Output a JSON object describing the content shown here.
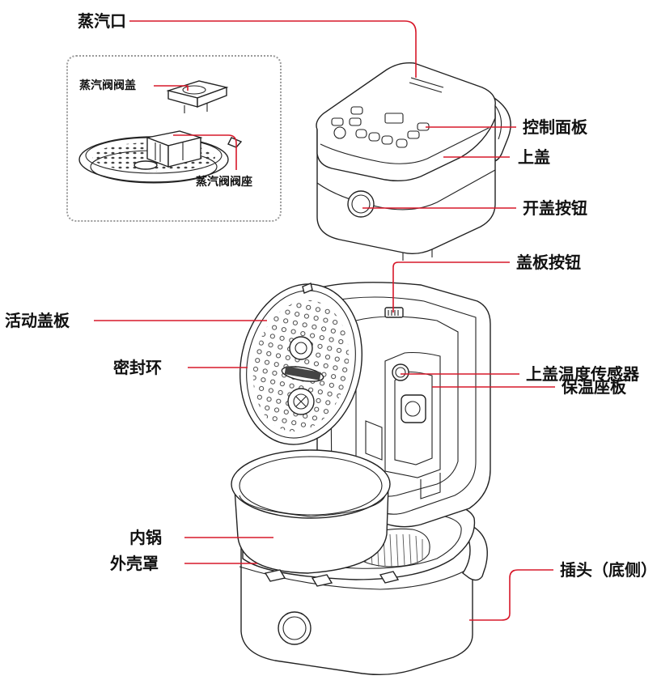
{
  "colors": {
    "leader": "#d7182a",
    "outline": "#222222",
    "inset_border": "#9a9a9a"
  },
  "labels": {
    "steam_vent": "蒸汽口",
    "steam_valve_cap": "蒸汽阀阀盖",
    "steam_valve_seat": "蒸汽阀阀座",
    "control_panel": "控制面板",
    "top_lid": "上盖",
    "lid_open_button": "开盖按钮",
    "lid_plate_button": "盖板按钮",
    "removable_lid_plate": "活动盖板",
    "sealing_ring": "密封环",
    "lid_temp_sensor": "上盖温度传感器",
    "warming_seat_plate": "保温座板",
    "inner_pot": "内锅",
    "outer_shell": "外壳罩",
    "plug": "插头（底侧）"
  }
}
